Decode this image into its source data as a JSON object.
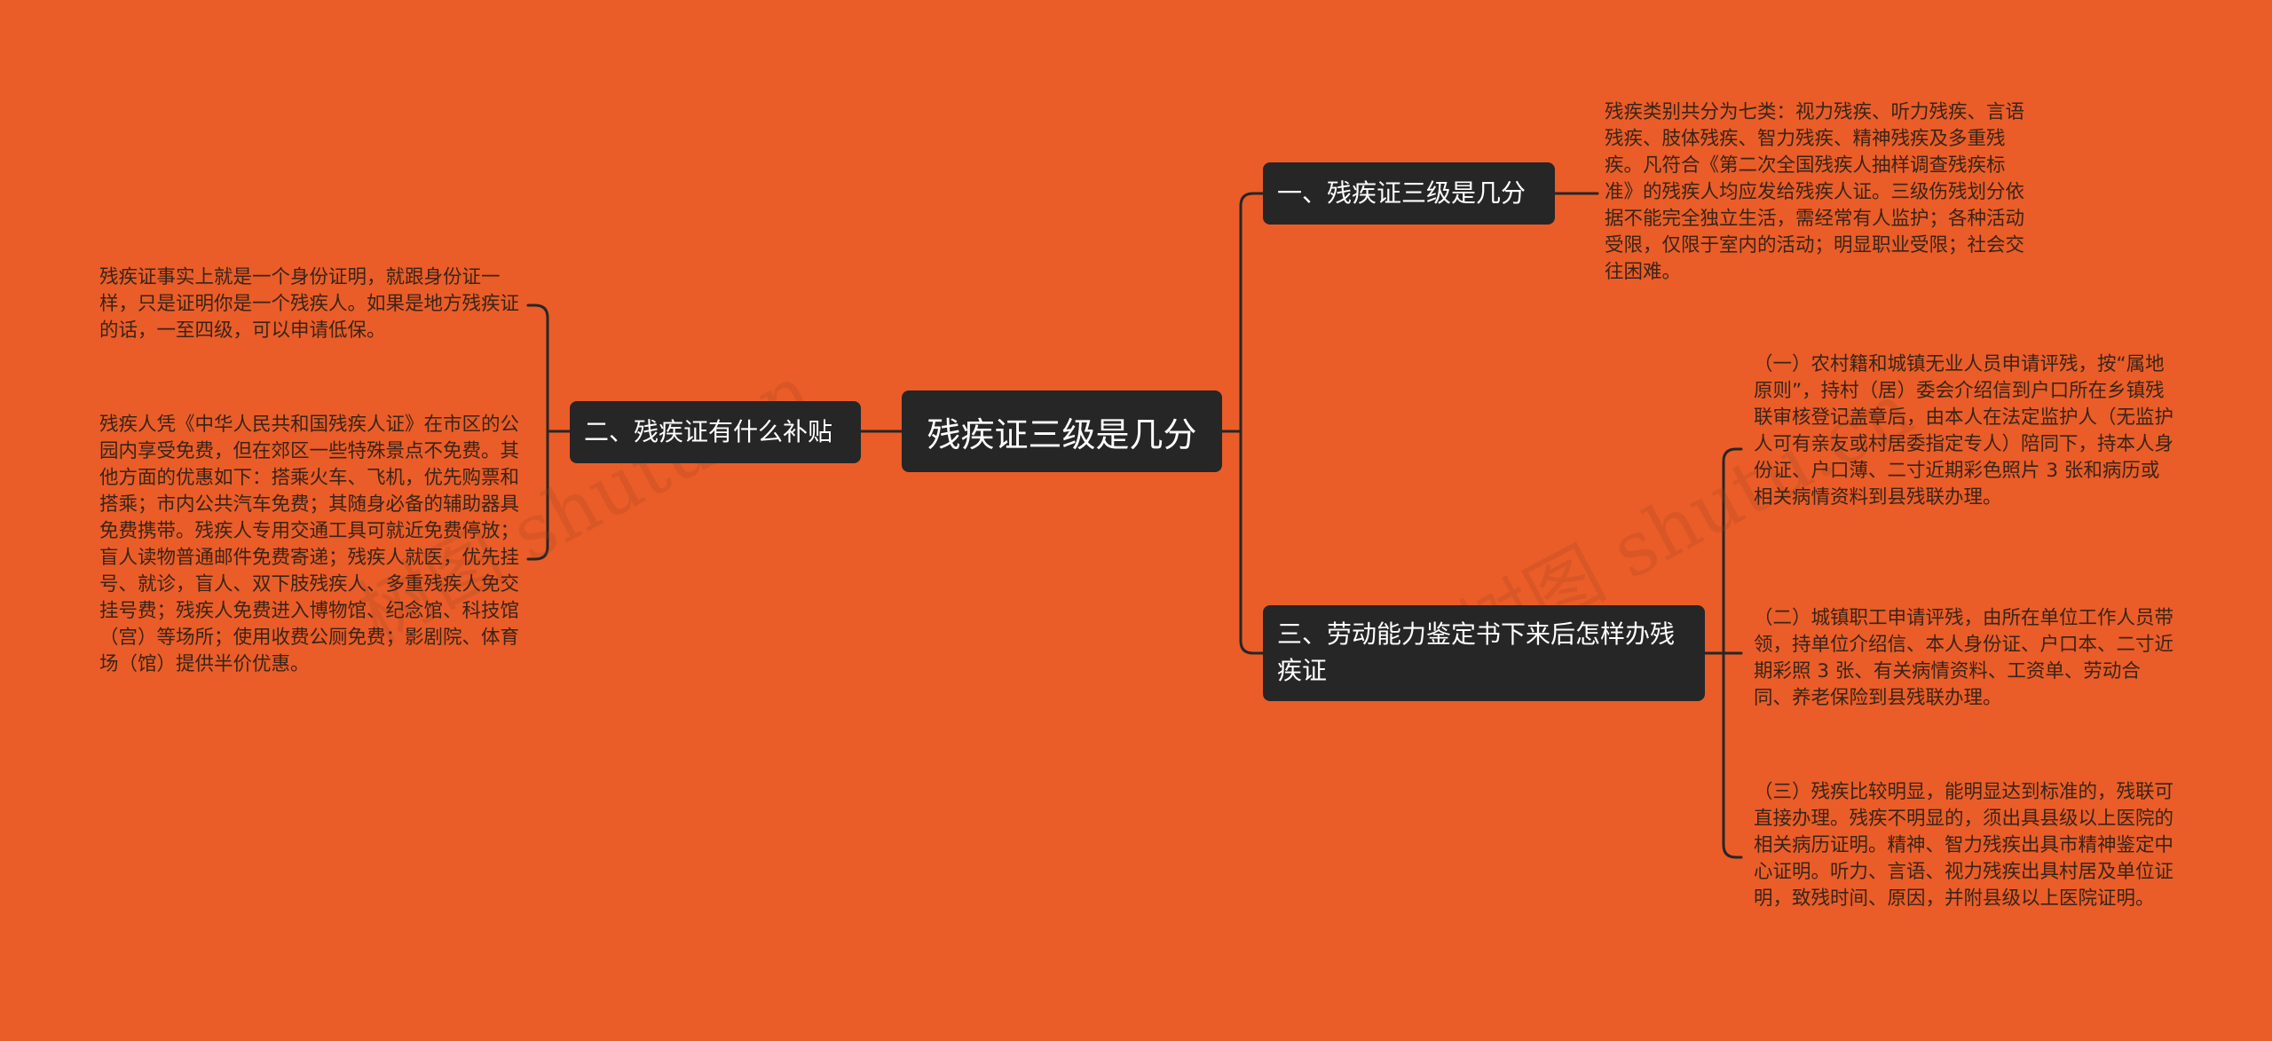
{
  "root": {
    "label": "残疾证三级是几分"
  },
  "branches": [
    {
      "label": "一、残疾证三级是几分"
    },
    {
      "label": "二、残疾证有什么补贴"
    },
    {
      "label": "三、劳动能力鉴定书下来后怎样办残疾证"
    }
  ],
  "leaves": {
    "b1": [
      "残疾类别共分为七类：视力残疾、听力残疾、言语残疾、肢体残疾、智力残疾、精神残疾及多重残疾。凡符合《第二次全国残疾人抽样调查残疾标准》的残疾人均应发给残疾人证。三级伤残划分依据不能完全独立生活，需经常有人监护；各种活动受限，仅限于室内的活动；明显职业受限；社会交往困难。"
    ],
    "b2": [
      "残疾证事实上就是一个身份证明，就跟身份证一样，只是证明你是一个残疾人。如果是地方残疾证的话，一至四级，可以申请低保。",
      "残疾人凭《中华人民共和国残疾人证》在市区的公园内享受免费，但在郊区一些特殊景点不免费。其他方面的优惠如下：搭乘火车、飞机，优先购票和搭乘；市内公共汽车免费；其随身必备的辅助器具免费携带。残疾人专用交通工具可就近免费停放；盲人读物普通邮件免费寄递；残疾人就医，优先挂号、就诊，盲人、双下肢残疾人、多重残疾人免交挂号费；残疾人免费进入博物馆、纪念馆、科技馆（宫）等场所；使用收费公厕免费；影剧院、体育场（馆）提供半价优惠。"
    ],
    "b3": [
      "（一）农村籍和城镇无业人员申请评残，按“属地原则”，持村（居）委会介绍信到户口所在乡镇残联审核登记盖章后，由本人在法定监护人（无监护人可有亲友或村居委指定专人）陪同下，持本人身份证、户口薄、二寸近期彩色照片 3 张和病历或相关病情资料到县残联办理。",
      "（二）城镇职工申请评残，由所在单位工作人员带领，持单位介绍信、本人身份证、户口本、二寸近期彩照 3 张、有关病情资料、工资单、劳动合同、养老保险到县残联办理。",
      "（三）残疾比较明显，能明显达到标准的，残联可直接办理。残疾不明显的，须出具县级以上医院的相关病历证明。精神、智力残疾出具市精神鉴定中心证明。听力、言语、视力残疾出具村居及单位证明，致残时间、原因，并附县级以上医院证明。"
    ]
  },
  "watermark": [
    "树图 shutu.cn",
    "树图 shutu.cn"
  ],
  "colors": {
    "background": "#ea5d28",
    "node": "#262626",
    "line": "#262626",
    "leaf_text": "#3a2418"
  }
}
